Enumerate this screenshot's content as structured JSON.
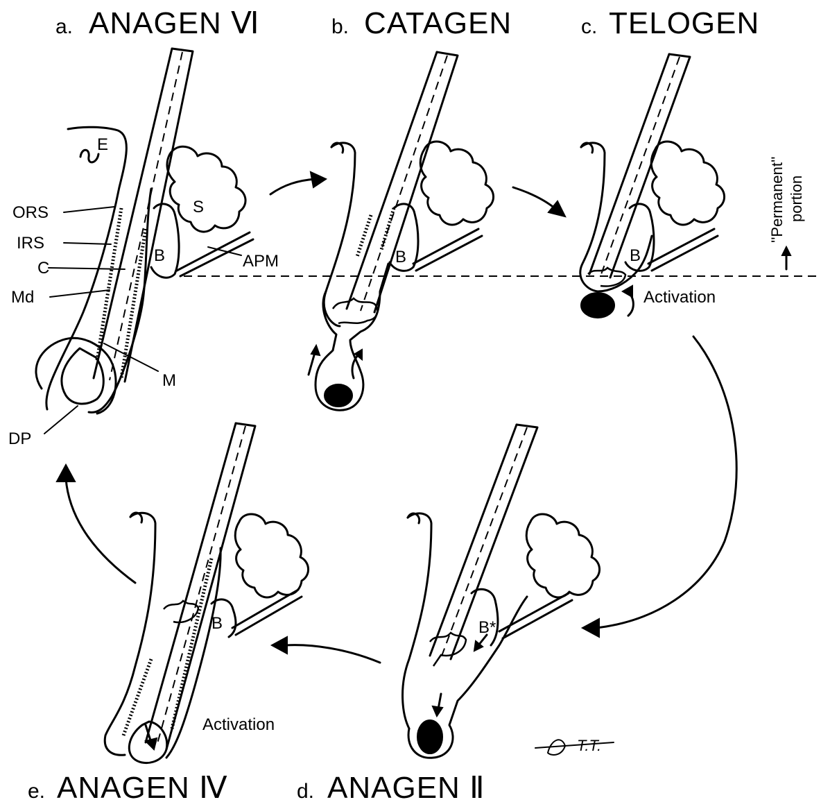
{
  "stages": {
    "a": {
      "prefix": "a.",
      "name": "ANAGEN Ⅵ"
    },
    "b": {
      "prefix": "b.",
      "name": "CATAGEN"
    },
    "c": {
      "prefix": "c.",
      "name": "TELOGEN"
    },
    "d": {
      "prefix": "d.",
      "name": "ANAGEN Ⅱ"
    },
    "e": {
      "prefix": "e.",
      "name": "ANAGEN Ⅳ"
    }
  },
  "structure_labels": {
    "E": "E",
    "ORS": "ORS",
    "IRS": "IRS",
    "C": "C",
    "Md": "Md",
    "M": "M",
    "DP": "DP",
    "S": "S",
    "B": "B",
    "APM": "APM",
    "B_star": "B*"
  },
  "annotations": {
    "activation": "Activation",
    "permanent_line1": "''Permanent''",
    "permanent_line2": "portion",
    "signature": "T.T."
  }
}
